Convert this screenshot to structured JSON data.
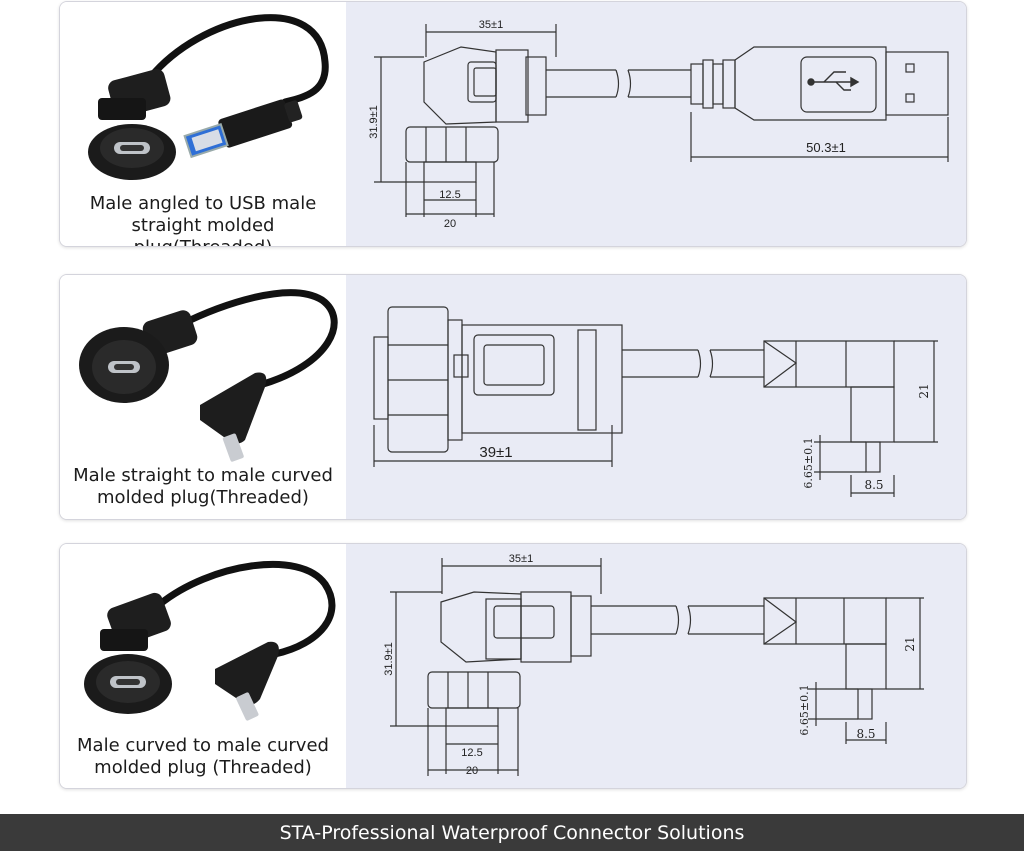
{
  "products": [
    {
      "caption_line1": "Male angled to USB male",
      "caption_line2": "straight molded plug(Threaded)",
      "dims": {
        "length_top": "35±1",
        "height": "31.9±1",
        "base_inner": "12.5",
        "base_outer": "20",
        "usb_length": "50.3±1"
      }
    },
    {
      "caption_line1": "Male straight to male curved",
      "caption_line2": "molded plug(Threaded)",
      "dims": {
        "length": "39±1",
        "curved_height": "21",
        "tip_length": "6.65±0.1",
        "tip_width": "8.5"
      }
    },
    {
      "caption_line1": "Male curved to male curved",
      "caption_line2": "molded plug (Threaded)",
      "dims": {
        "length_top": "35±1",
        "height": "31.9±1",
        "base_inner": "12.5",
        "base_outer": "20",
        "curved_height": "21",
        "tip_length": "6.65±0.1",
        "tip_width": "8.5"
      }
    }
  ],
  "footer": {
    "text": "STA-Professional Waterproof Connector Solutions"
  },
  "colors": {
    "drawing_bg": "#e9ebf5",
    "footer_bg": "#3a3a3a",
    "connector_black": "#1a1a1a",
    "usb_blue": "#2f6fd6",
    "line": "#333333"
  }
}
